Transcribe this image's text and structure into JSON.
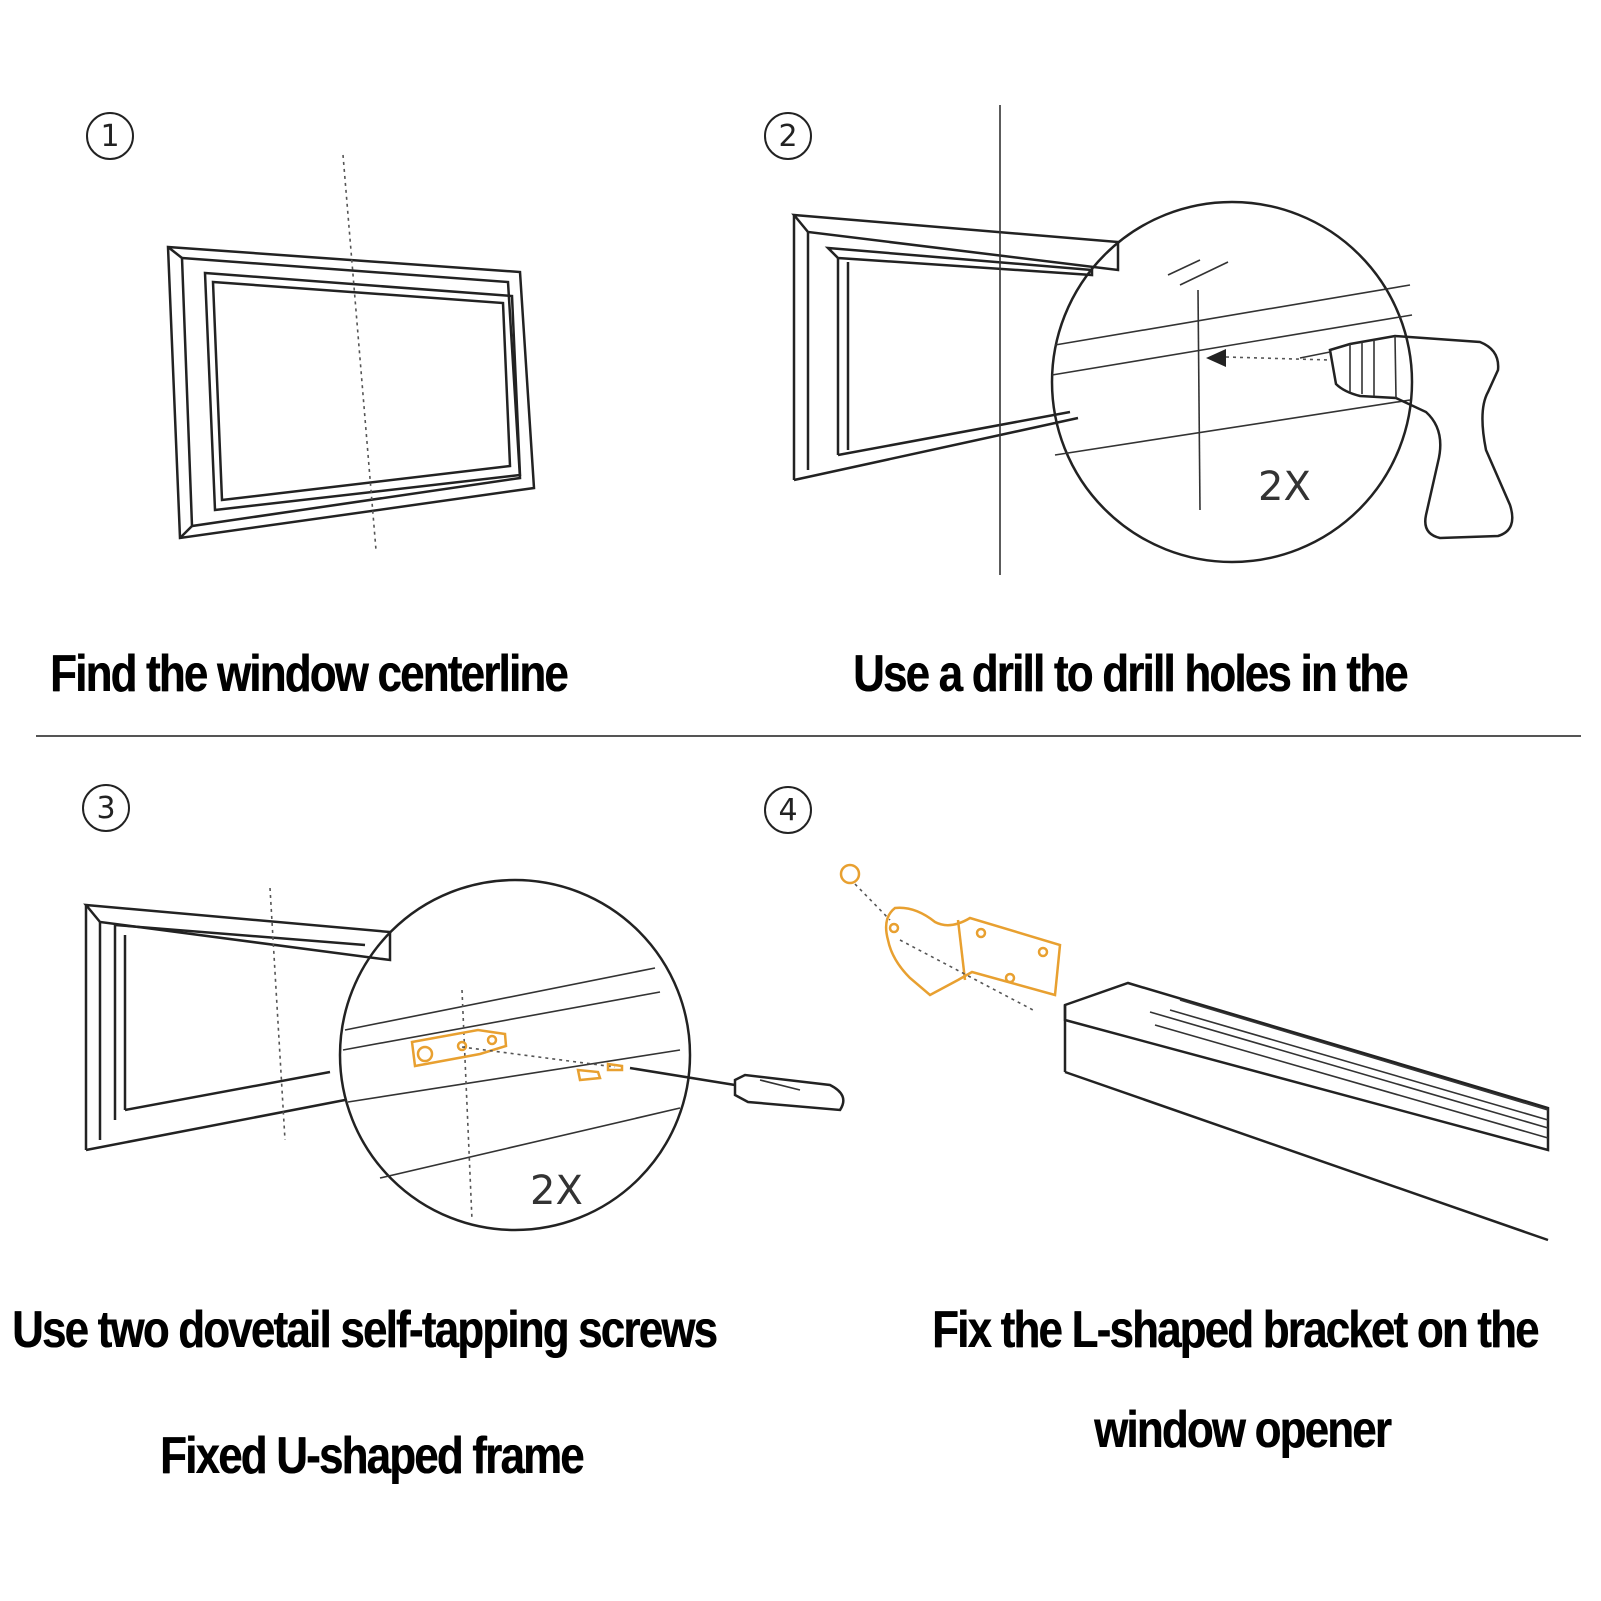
{
  "steps": [
    {
      "number": "1",
      "caption": "Find the window centerline"
    },
    {
      "number": "2",
      "caption": "Use a drill to drill holes in the",
      "multiplier": "2X"
    },
    {
      "number": "3",
      "caption_line1": "Use two dovetail self-tapping screws",
      "caption_line2": "Fixed U-shaped frame",
      "multiplier": "2X"
    },
    {
      "number": "4",
      "caption_line1": "Fix the L-shaped bracket on the",
      "caption_line2": "window opener"
    }
  ],
  "colors": {
    "line": "#222222",
    "bracket": "#e8a030",
    "background": "#ffffff"
  },
  "icons": [
    "window-frame",
    "magnifier-circle",
    "drill-icon",
    "screwdriver-icon",
    "l-bracket",
    "u-bracket",
    "window-opener-rail"
  ]
}
